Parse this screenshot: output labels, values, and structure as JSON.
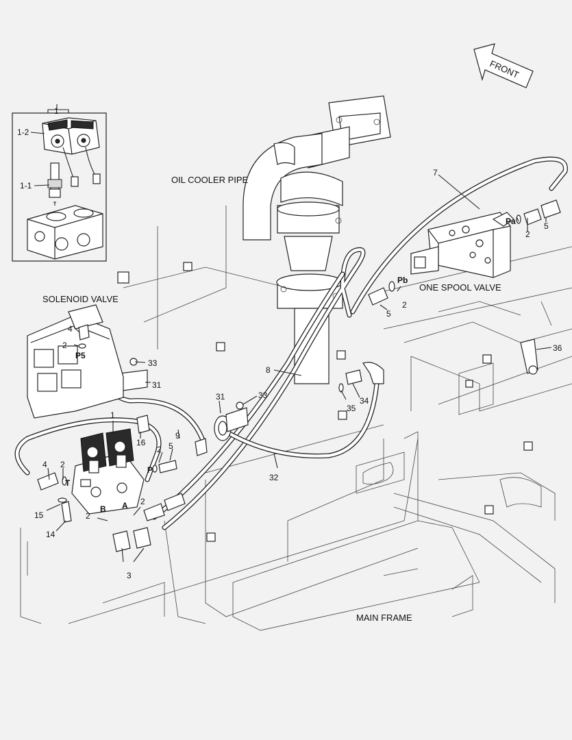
{
  "labels": {
    "front": "FRONT",
    "oil_cooler_pipe": "OIL COOLER PIPE",
    "solenoid_valve": "SOLENOID VALVE",
    "one_spool_valve": "ONE SPOOL VALVE",
    "main_frame": "MAIN FRAME"
  },
  "inset": {
    "title_num": "1",
    "part_1_2": "1-2",
    "part_1_1": "1-1"
  },
  "ports": {
    "p5": "P5",
    "t": "T",
    "b": "B",
    "a": "A",
    "p": "P",
    "pa": "Pa",
    "pb": "Pb"
  },
  "callouts": {
    "c7": "7",
    "c2_pa": "2",
    "c5_pa": "5",
    "c5_pb": "5",
    "c2_pb": "2",
    "c36": "36",
    "c33_top": "33",
    "c31_top": "31",
    "c8": "8",
    "c31_mid": "31",
    "c33_mid": "33",
    "c34": "34",
    "c35": "35",
    "c4_top": "4",
    "c2_top": "2",
    "c1": "1",
    "c16": "16",
    "c9": "9",
    "c2_p": "2",
    "c5_p": "5",
    "c4_left": "4",
    "c2_t": "2",
    "c15": "15",
    "c14": "14",
    "c2_b": "2",
    "c2_a": "2",
    "c3": "3",
    "c32": "32"
  }
}
